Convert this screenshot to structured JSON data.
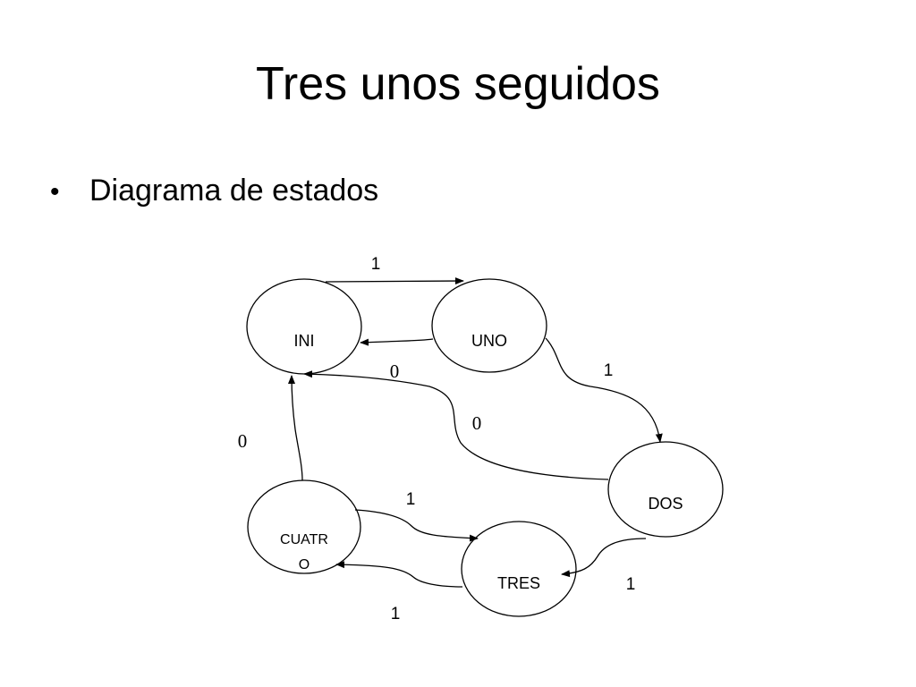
{
  "slide": {
    "title": "Tres unos seguidos",
    "bullet": "Diagrama de estados"
  },
  "diagram": {
    "states": {
      "ini": "INI",
      "uno": "UNO",
      "dos": "DOS",
      "tres": "TRES",
      "cuatro_line1": "CUATR",
      "cuatro_line2": "O"
    },
    "transitions": {
      "ini_to_uno": "1",
      "uno_to_ini": "0",
      "uno_to_dos": "1",
      "dos_to_ini": "0",
      "dos_to_tres": "1",
      "tres_to_cuatro": "1",
      "cuatro_to_tres": "1",
      "cuatro_to_ini": "0"
    }
  }
}
